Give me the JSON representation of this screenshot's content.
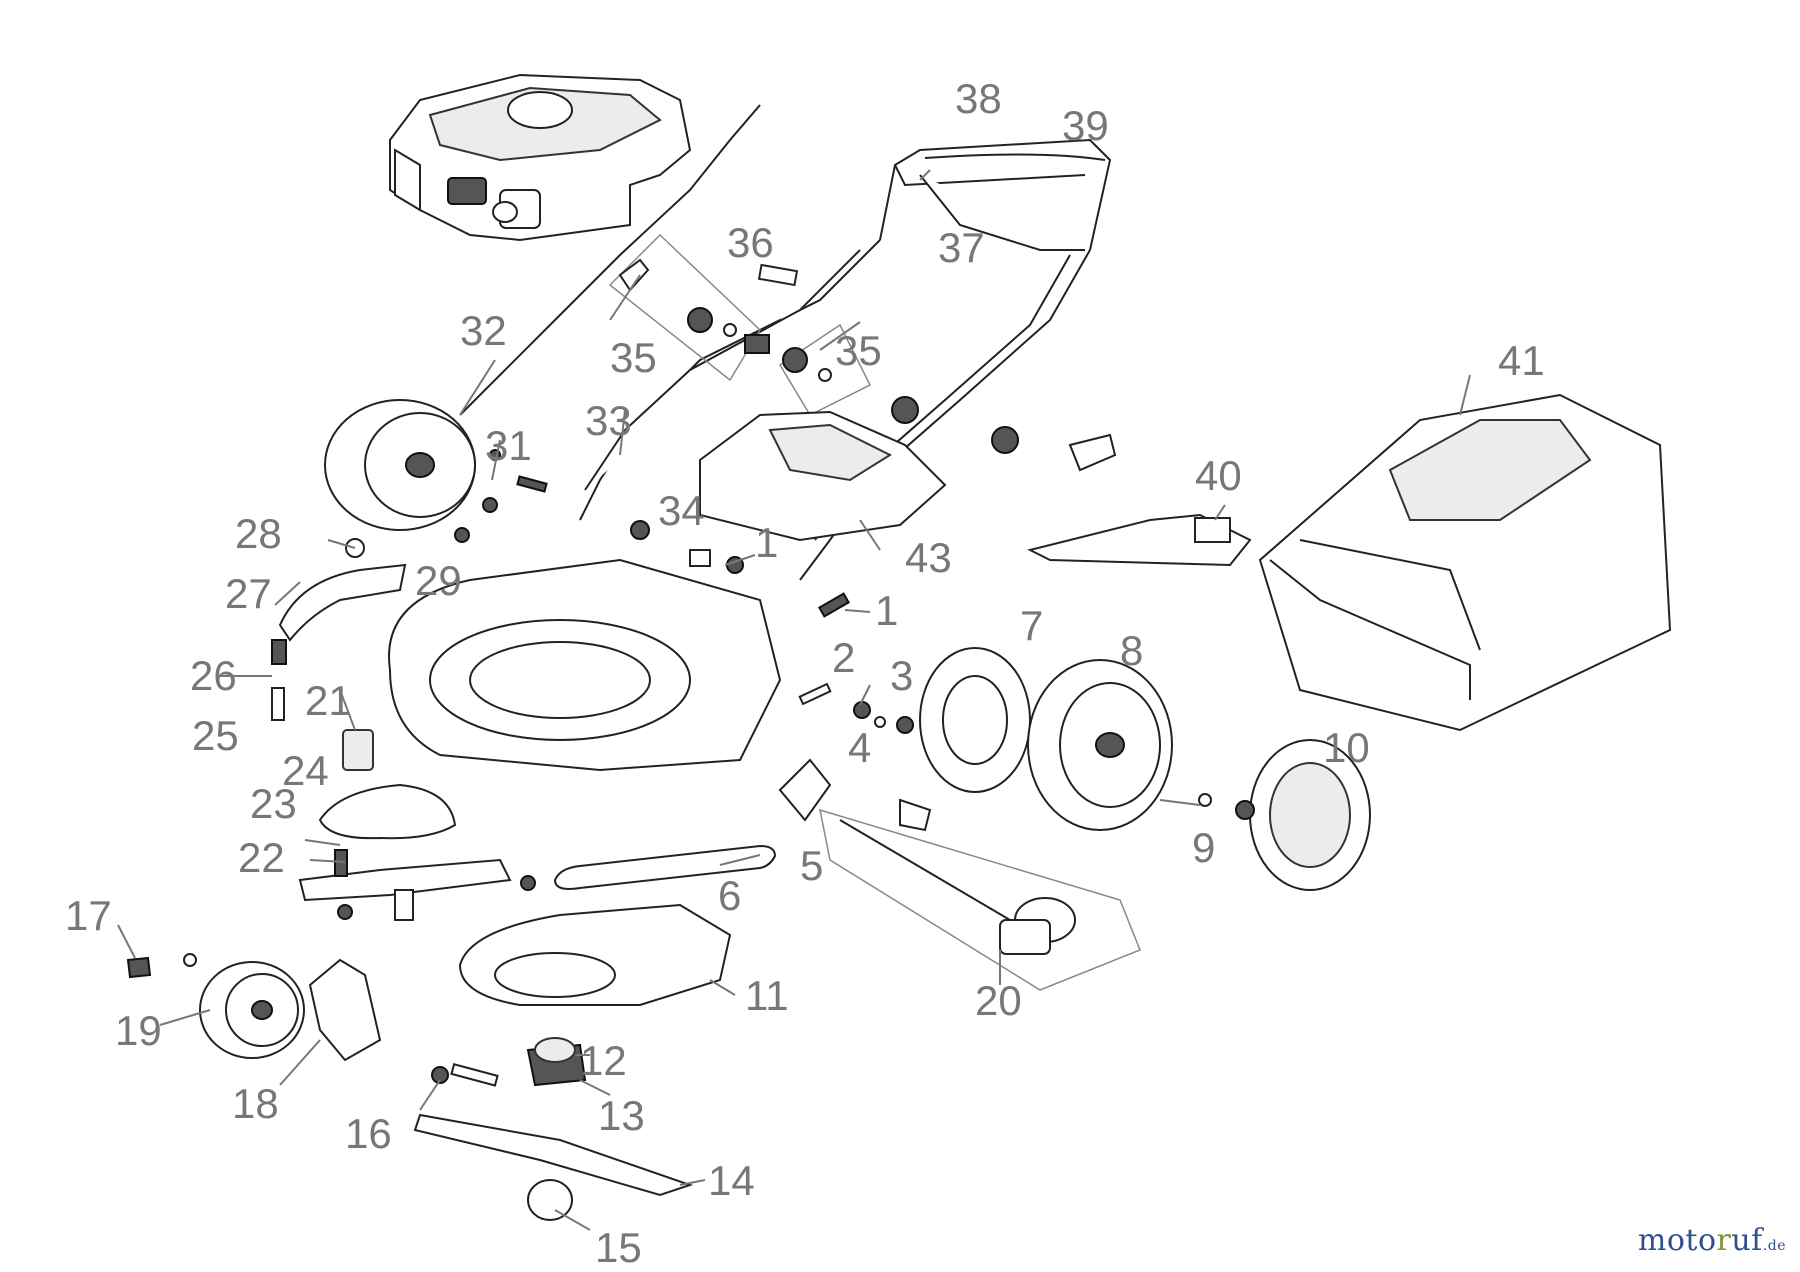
{
  "callouts": [
    {
      "id": "1a",
      "label": "1"
    },
    {
      "id": "1b",
      "label": "1"
    },
    {
      "id": "2",
      "label": "2"
    },
    {
      "id": "3",
      "label": "3"
    },
    {
      "id": "4",
      "label": "4"
    },
    {
      "id": "5",
      "label": "5"
    },
    {
      "id": "6",
      "label": "6"
    },
    {
      "id": "7",
      "label": "7"
    },
    {
      "id": "8",
      "label": "8"
    },
    {
      "id": "9",
      "label": "9"
    },
    {
      "id": "10",
      "label": "10"
    },
    {
      "id": "11",
      "label": "11"
    },
    {
      "id": "12",
      "label": "12"
    },
    {
      "id": "13",
      "label": "13"
    },
    {
      "id": "14",
      "label": "14"
    },
    {
      "id": "15",
      "label": "15"
    },
    {
      "id": "16",
      "label": "16"
    },
    {
      "id": "17",
      "label": "17"
    },
    {
      "id": "18",
      "label": "18"
    },
    {
      "id": "19",
      "label": "19"
    },
    {
      "id": "20",
      "label": "20"
    },
    {
      "id": "21",
      "label": "21"
    },
    {
      "id": "22",
      "label": "22"
    },
    {
      "id": "23",
      "label": "23"
    },
    {
      "id": "24",
      "label": "24"
    },
    {
      "id": "25",
      "label": "25"
    },
    {
      "id": "26",
      "label": "26"
    },
    {
      "id": "27",
      "label": "27"
    },
    {
      "id": "28",
      "label": "28"
    },
    {
      "id": "29",
      "label": "29"
    },
    {
      "id": "31",
      "label": "31"
    },
    {
      "id": "32",
      "label": "32"
    },
    {
      "id": "33",
      "label": "33"
    },
    {
      "id": "34",
      "label": "34"
    },
    {
      "id": "35a",
      "label": "35"
    },
    {
      "id": "35b",
      "label": "35"
    },
    {
      "id": "36",
      "label": "36"
    },
    {
      "id": "37",
      "label": "37"
    },
    {
      "id": "38",
      "label": "38"
    },
    {
      "id": "39",
      "label": "39"
    },
    {
      "id": "40",
      "label": "40"
    },
    {
      "id": "41",
      "label": "41"
    },
    {
      "id": "43",
      "label": "43"
    }
  ],
  "watermark": {
    "part1": "moto",
    "part2": "r",
    "part3": "uf",
    "suffix": ".de"
  },
  "colors": {
    "callout": "#777777",
    "line": "#222222",
    "brand_blue": "#2f4f8f",
    "brand_green": "#7a9a2e"
  }
}
